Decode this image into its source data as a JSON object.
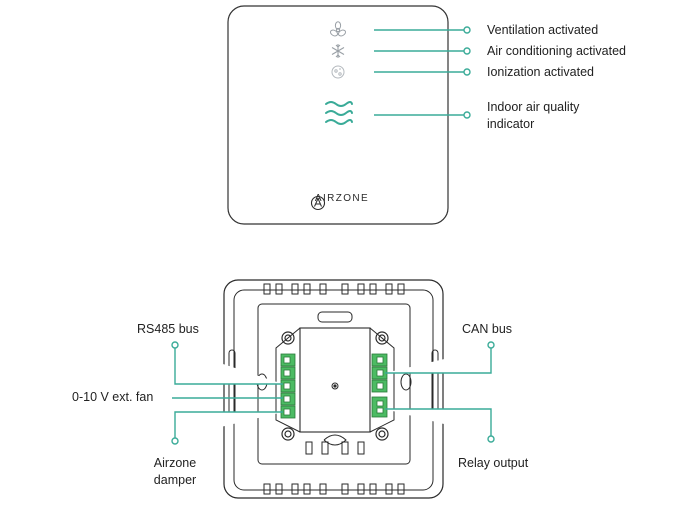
{
  "front": {
    "brand": "AIRZONE",
    "indicators": [
      {
        "label": "Ventilation activated",
        "icon": "fan-icon"
      },
      {
        "label": "Air conditioning activated",
        "icon": "snowflake-icon"
      },
      {
        "label": "Ionization activated",
        "icon": "ionization-icon"
      },
      {
        "label": "Indoor air quality indicator",
        "icon": "air-quality-waves-icon"
      }
    ]
  },
  "back": {
    "left_labels": [
      "RS485 bus",
      "0-10 V ext. fan",
      "Airzone damper"
    ],
    "right_labels": [
      "CAN bus",
      "Relay output"
    ]
  },
  "colors": {
    "accent": "#3aab98",
    "terminal": "#4cbb63",
    "outline": "#2a2a2a"
  }
}
